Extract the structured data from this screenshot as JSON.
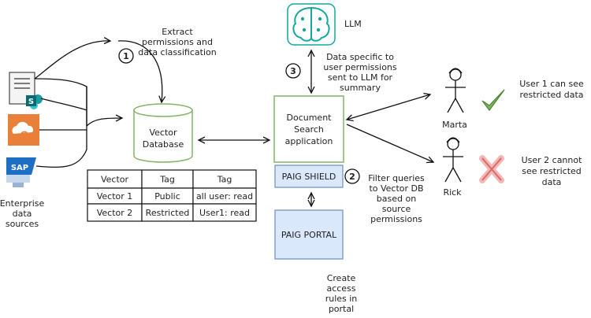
{
  "diagram": {
    "steps": {
      "step1": {
        "number": "1",
        "label_lines": [
          "Extract",
          "permissions and",
          "data classification"
        ]
      },
      "step2": {
        "number": "2",
        "label_lines": [
          "Filter queries",
          "to Vector DB",
          "based on",
          "source",
          "permissions"
        ]
      },
      "step3": {
        "number": "3",
        "label_lines": [
          "Data specific to",
          "user permissions",
          "sent to LLM for",
          "summary"
        ]
      }
    },
    "llm": {
      "label": "LLM"
    },
    "vector_db": {
      "label_lines": [
        "Vector",
        "Database"
      ]
    },
    "doc_search": {
      "label_lines": [
        "Document",
        "Search",
        "application"
      ]
    },
    "paig_shield": {
      "label": "PAIG SHIELD"
    },
    "paig_portal": {
      "label": "PAIG PORTAL"
    },
    "portal_note": {
      "label_lines": [
        "Create",
        "access",
        "rules in",
        "portal"
      ]
    },
    "sources": {
      "label_lines": [
        "Enterprise",
        "data",
        "sources"
      ],
      "icons": [
        "document-icon",
        "sharepoint-icon",
        "cloud-search-icon",
        "sap-icon"
      ],
      "sap_text": "SAP"
    },
    "table": {
      "headers": [
        "Vector",
        "Tag",
        "Tag"
      ],
      "rows": [
        [
          "Vector 1",
          "Public",
          "all user: read"
        ],
        [
          "Vector 2",
          "Restricted",
          "User1: read"
        ]
      ]
    },
    "users": [
      {
        "name": "Marta",
        "result_text_lines": [
          "User 1 can see",
          "restricted data"
        ],
        "result_icon": "checkmark-icon",
        "color": "#82b366"
      },
      {
        "name": "Rick",
        "result_text_lines": [
          "User 2 cannot",
          "see restricted",
          "data"
        ],
        "result_icon": "x-mark-icon",
        "color": "#e06666"
      }
    ],
    "colors": {
      "green_border": "#82b366",
      "llm_teal": "#13a89e",
      "blue_fill": "#dae8fc",
      "blue_border": "#6c8ebf",
      "sharepoint": "#036c70",
      "cloud_orange": "#e8803a",
      "sap_blue": "#1d6fc4"
    }
  }
}
